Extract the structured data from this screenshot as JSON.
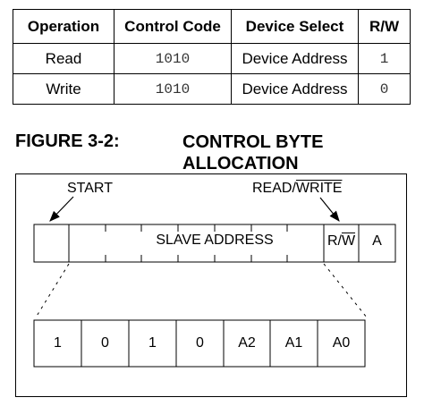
{
  "table": {
    "headers": [
      "Operation",
      "Control Code",
      "Device Select",
      "R/W"
    ],
    "rows": [
      [
        "Read",
        "1010",
        "Device Address",
        "1"
      ],
      [
        "Write",
        "1010",
        "Device Address",
        "0"
      ]
    ]
  },
  "figure": {
    "label": "FIGURE 3-2:",
    "title": "CONTROL BYTE ALLOCATION",
    "start_label": "START",
    "read_write_label_prefix": "READ/",
    "read_write_label_overbar": "WRITE",
    "top_row": {
      "slave_address": "SLAVE ADDRESS",
      "rw_prefix": "R/",
      "rw_overbar": "W",
      "ack": "A"
    },
    "bits": [
      "1",
      "0",
      "1",
      "0",
      "A2",
      "A1",
      "A0"
    ]
  }
}
